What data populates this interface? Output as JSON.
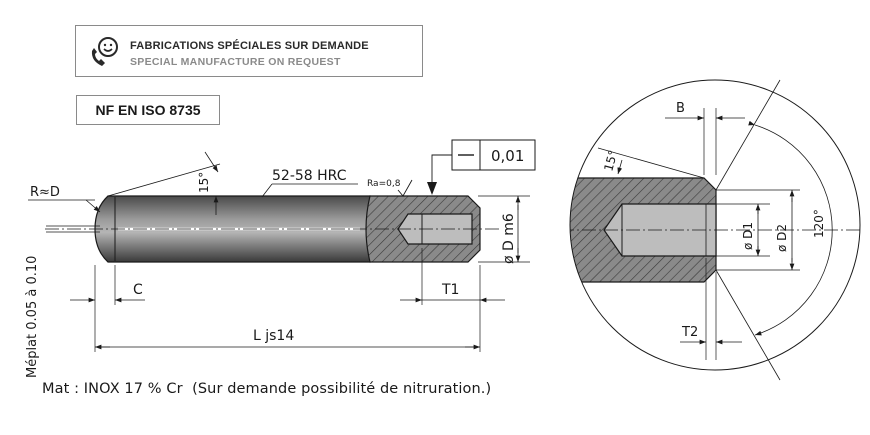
{
  "banner": {
    "line1": "FABRICATIONS SPÉCIALES SUR DEMANDE",
    "line2": "SPECIAL MANUFACTURE ON REQUEST",
    "icon": "phone-smile-icon"
  },
  "standard": "NF EN ISO 8735",
  "labels": {
    "chamfer_angle": "15°",
    "hardness": "52-58 HRC",
    "roughness": "Ra=0,8",
    "tolerance_value": "0,01",
    "radius": "R≈D",
    "flat": "Méplat 0.05 à 0.10",
    "diameter": "ø D m6",
    "dim_c": "C",
    "dim_t1": "T1",
    "dim_l": "L js14",
    "detail_b": "B",
    "detail_angle": "15°",
    "detail_d1": "ø D1",
    "detail_d2": "ø D2",
    "detail_120": "120°",
    "detail_t2": "T2"
  },
  "material": "Mat : INOX 17 % Cr  (Sur demande possibilité de nitruration.)"
}
